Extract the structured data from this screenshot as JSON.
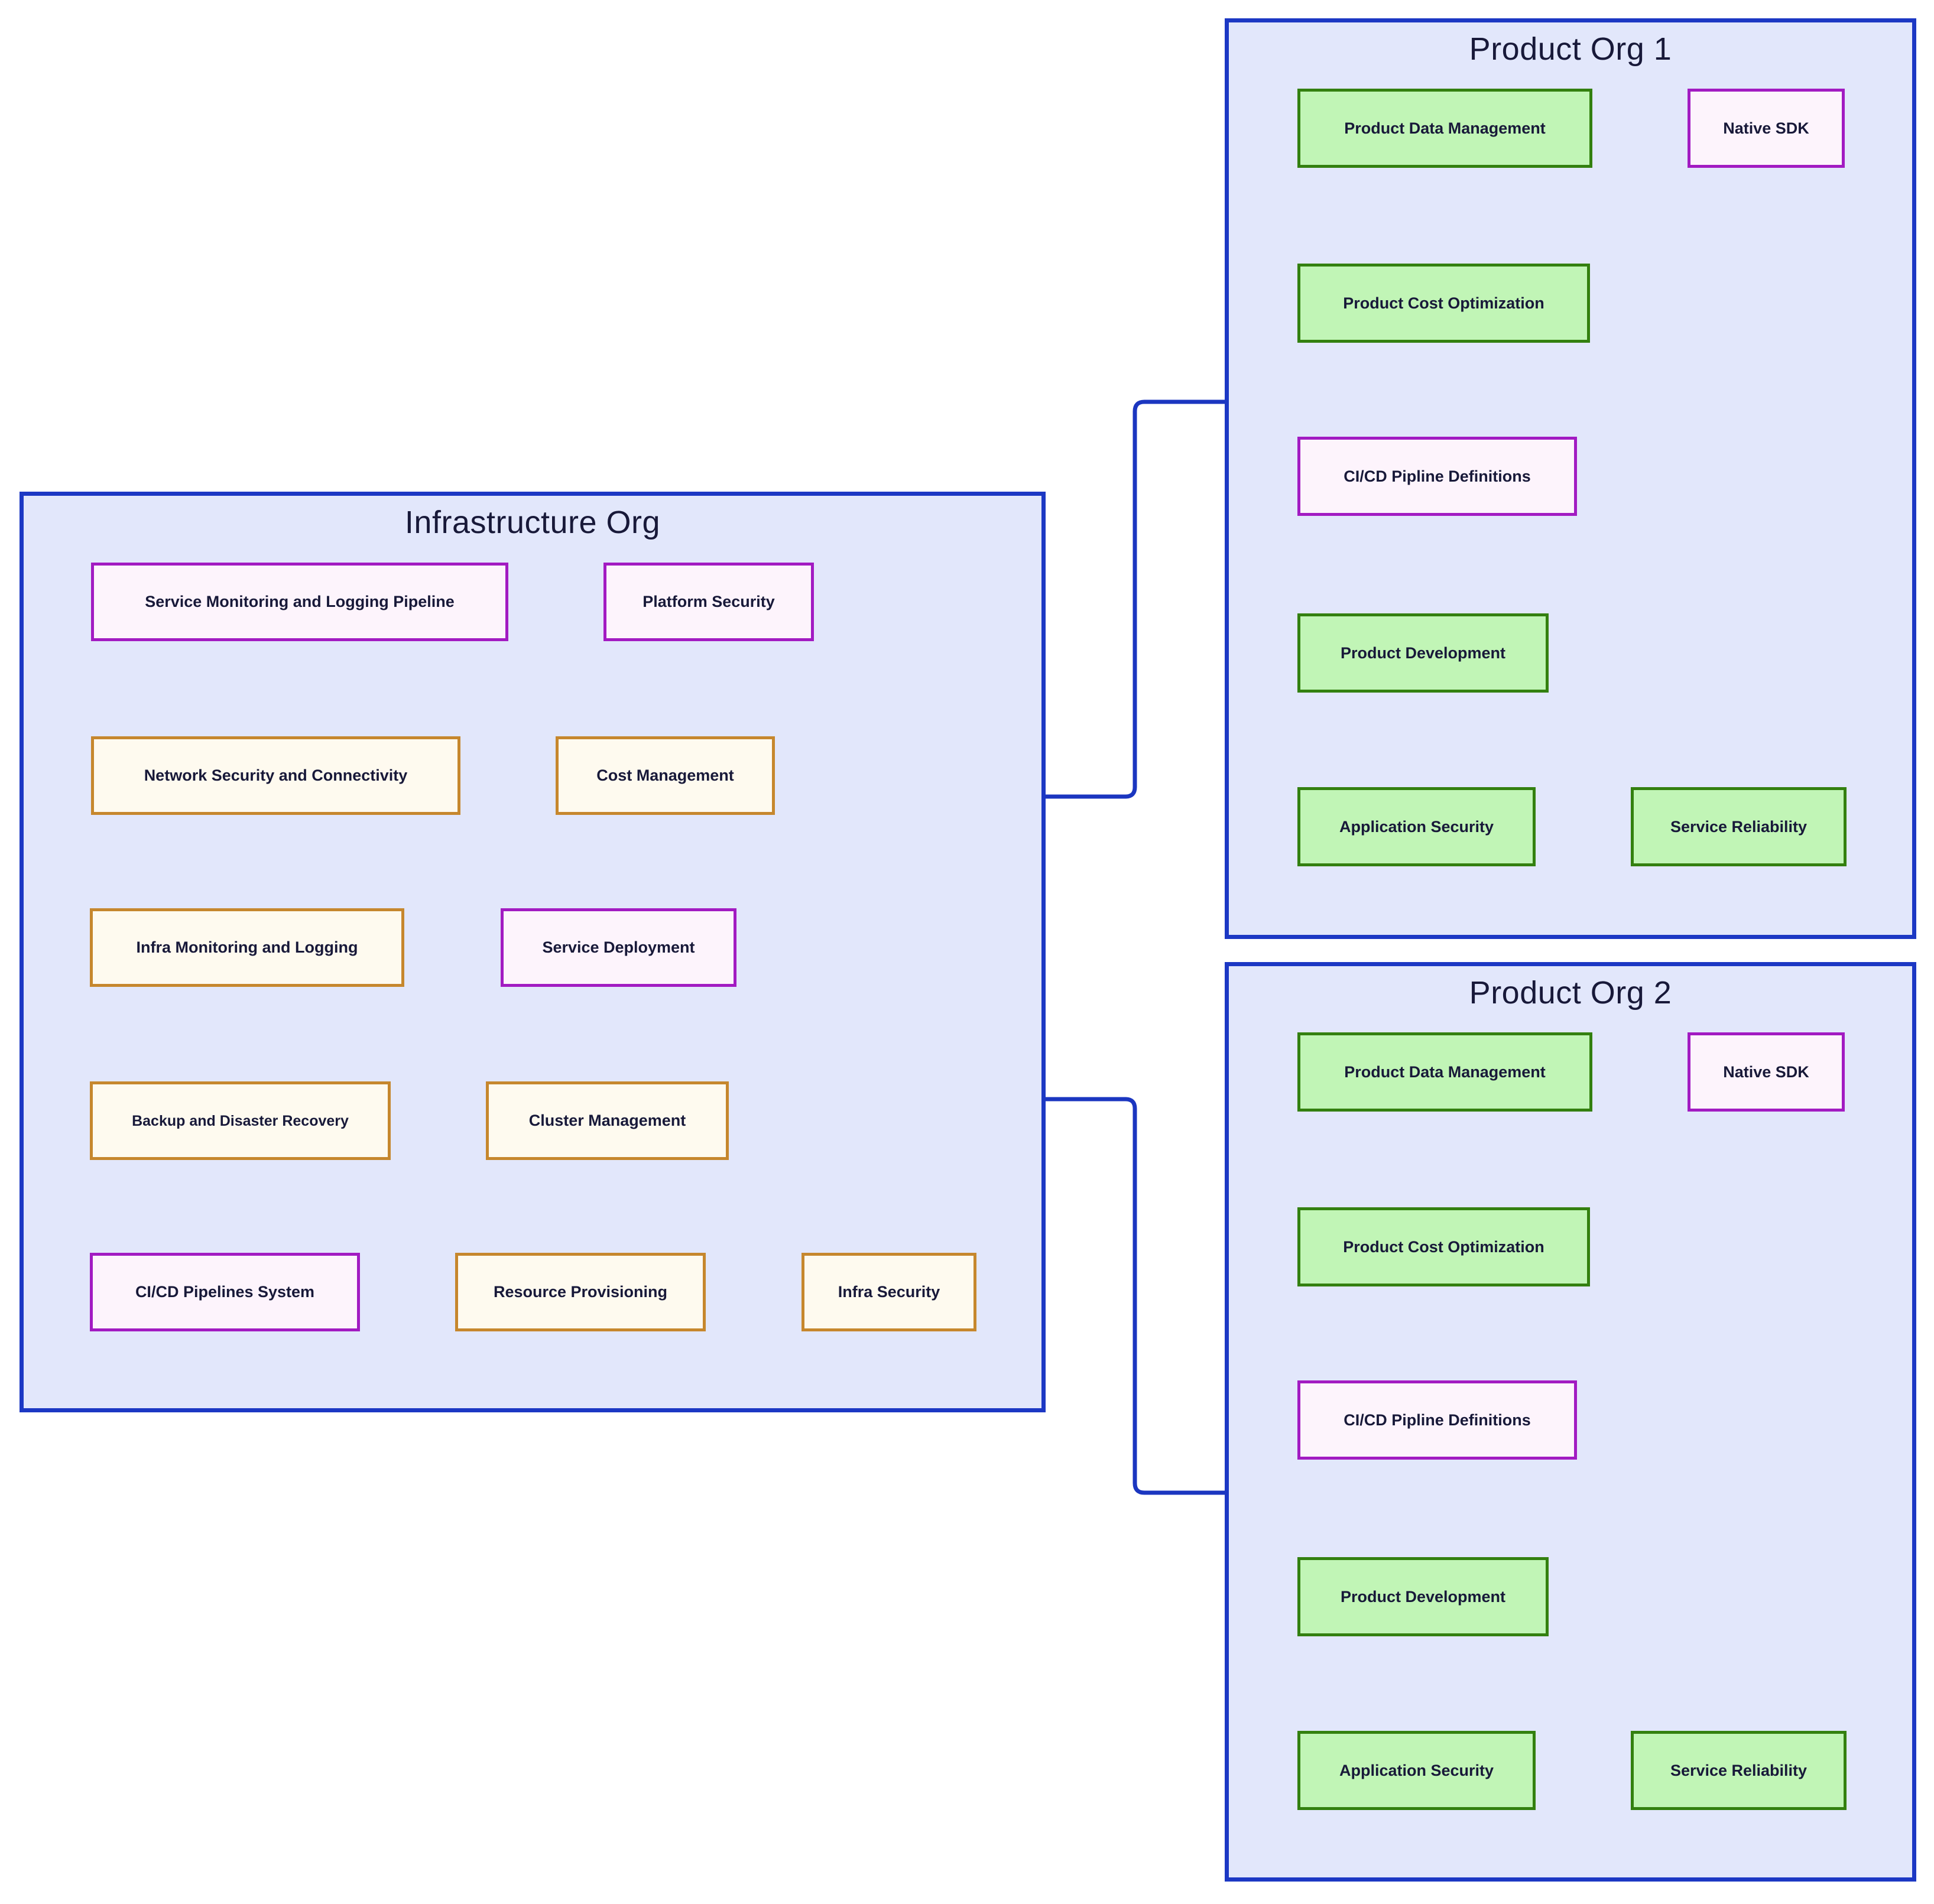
{
  "colors": {
    "cluster_fill": "#e2e7fb",
    "cluster_border": "#1c38c4",
    "connector": "#1b36c0",
    "green_fill": "#c1f5b6",
    "green_border": "#33800f",
    "pink_fill": "#fdf4fc",
    "pink_border": "#a21bc2",
    "cream_fill": "#fefaef",
    "cream_border": "#c6872d",
    "text": "#181939"
  },
  "diagram": {
    "clusters": [
      {
        "id": "infrastructure-org",
        "title": "Infrastructure Org",
        "boxes": [
          {
            "label": "Service Monitoring and Logging Pipeline",
            "kind": "pink"
          },
          {
            "label": "Platform Security",
            "kind": "pink"
          },
          {
            "label": "Network Security and Connectivity",
            "kind": "cream"
          },
          {
            "label": "Cost Management",
            "kind": "cream"
          },
          {
            "label": "Infra Monitoring and Logging",
            "kind": "cream"
          },
          {
            "label": "Service Deployment",
            "kind": "pink"
          },
          {
            "label": "Backup and Disaster Recovery",
            "kind": "cream"
          },
          {
            "label": "Cluster Management",
            "kind": "cream"
          },
          {
            "label": "CI/CD Pipelines System",
            "kind": "pink"
          },
          {
            "label": "Resource Provisioning",
            "kind": "cream"
          },
          {
            "label": "Infra Security",
            "kind": "cream"
          }
        ]
      },
      {
        "id": "product-org-1",
        "title": "Product Org 1",
        "boxes": [
          {
            "label": "Product Data Management",
            "kind": "green"
          },
          {
            "label": "Native SDK",
            "kind": "pink"
          },
          {
            "label": "Product Cost Optimization",
            "kind": "green"
          },
          {
            "label": "CI/CD Pipline Definitions",
            "kind": "pink"
          },
          {
            "label": "Product Development",
            "kind": "green"
          },
          {
            "label": "Application Security",
            "kind": "green"
          },
          {
            "label": "Service Reliability",
            "kind": "green"
          }
        ]
      },
      {
        "id": "product-org-2",
        "title": "Product Org 2",
        "boxes": [
          {
            "label": "Product Data Management",
            "kind": "green"
          },
          {
            "label": "Native SDK",
            "kind": "pink"
          },
          {
            "label": "Product Cost Optimization",
            "kind": "green"
          },
          {
            "label": "CI/CD Pipline Definitions",
            "kind": "pink"
          },
          {
            "label": "Product Development",
            "kind": "green"
          },
          {
            "label": "Application Security",
            "kind": "green"
          },
          {
            "label": "Service Reliability",
            "kind": "green"
          }
        ]
      }
    ],
    "connectors": [
      {
        "from": "Infrastructure Org",
        "to": "Product Org 1"
      },
      {
        "from": "Infrastructure Org",
        "to": "Product Org 2"
      }
    ]
  }
}
